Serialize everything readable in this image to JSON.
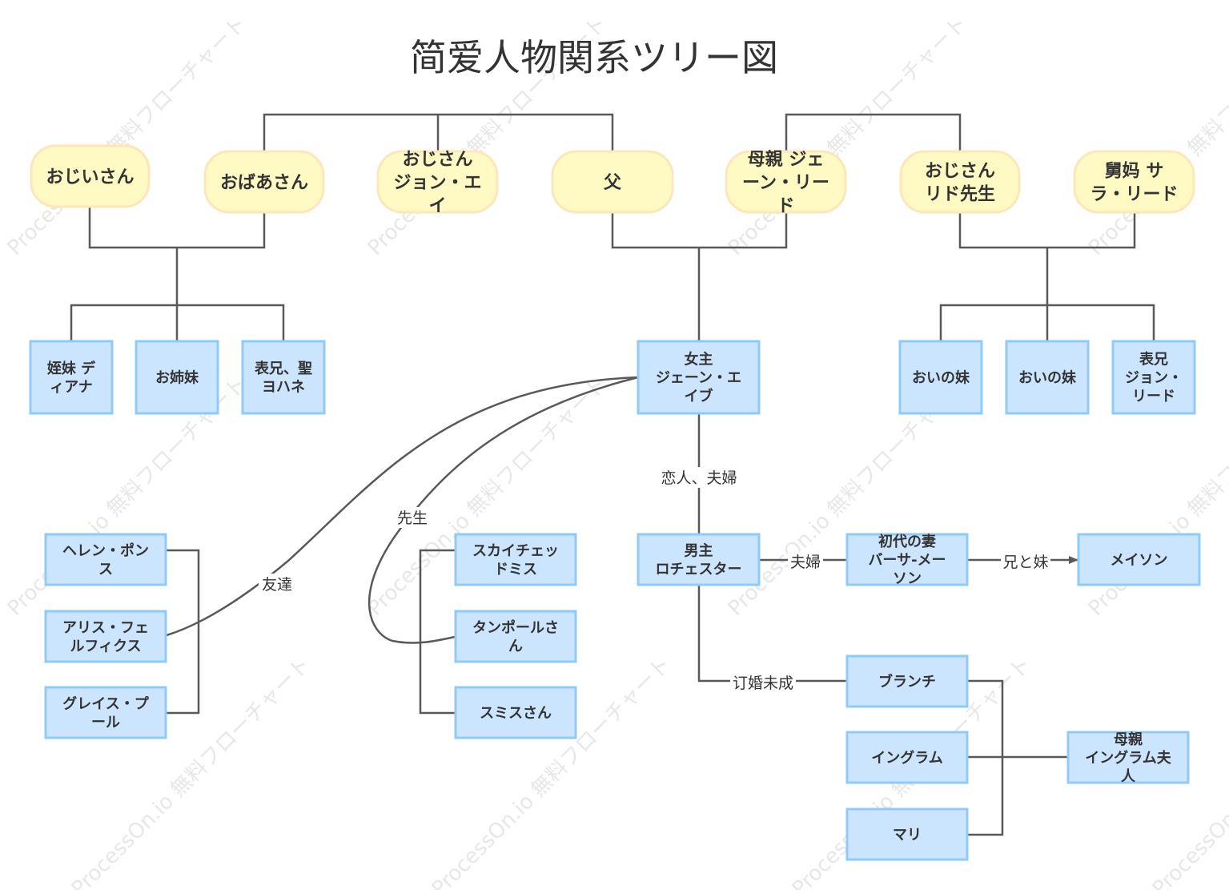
{
  "title": "简爱人物関系ツリー図",
  "watermark": "ProcessOn.io 無料フローチャート",
  "colors": {
    "elder_fill": "#fff9c4",
    "elder_stroke": "#fde7ba",
    "person_fill": "#cce5ff",
    "person_stroke": "#90caf9",
    "line": "#595959",
    "text": "#333333"
  },
  "elders": [
    {
      "id": "grandpa",
      "lines": [
        "おじいさん"
      ]
    },
    {
      "id": "grandma",
      "lines": [
        "おばあさん"
      ]
    },
    {
      "id": "uncle-john-eyre",
      "lines": [
        "おじさん",
        "ジョン・エ",
        "イ"
      ]
    },
    {
      "id": "father",
      "lines": [
        "父"
      ]
    },
    {
      "id": "mother-jane-reed",
      "lines": [
        "母親 ジェ",
        "ーン・リー",
        "ド"
      ]
    },
    {
      "id": "uncle-reed",
      "lines": [
        "おじさん",
        "リド先生"
      ]
    },
    {
      "id": "aunt-sarah-reed",
      "lines": [
        "舅妈 サ",
        "ラ・リード"
      ]
    }
  ],
  "people": [
    {
      "id": "cousin-diana",
      "lines": [
        "姪妹 デ",
        "ィアナ"
      ]
    },
    {
      "id": "elder-sister",
      "lines": [
        "お姉妹"
      ]
    },
    {
      "id": "cousin-st-john",
      "lines": [
        "表兄、聖",
        "ヨハネ"
      ]
    },
    {
      "id": "heroine-jane-eyre",
      "lines": [
        "女主",
        "ジェーン・エ",
        "イブ"
      ]
    },
    {
      "id": "niece-1",
      "lines": [
        "おいの妹"
      ]
    },
    {
      "id": "niece-2",
      "lines": [
        "おいの妹"
      ]
    },
    {
      "id": "cousin-john-reed",
      "lines": [
        "表兄",
        "ジョン・",
        "リード"
      ]
    },
    {
      "id": "helen-burns",
      "lines": [
        "ヘレン・ポン",
        "ス"
      ]
    },
    {
      "id": "alice-fairfax",
      "lines": [
        "アリス・フェ",
        "ルフィクス"
      ]
    },
    {
      "id": "grace-poole",
      "lines": [
        "グレイス・プ",
        "ール"
      ]
    },
    {
      "id": "scatcherd",
      "lines": [
        "スカイチェッ",
        "ドミス"
      ]
    },
    {
      "id": "temple",
      "lines": [
        "タンポールさ",
        "ん"
      ]
    },
    {
      "id": "miss-smith",
      "lines": [
        "スミスさん"
      ]
    },
    {
      "id": "hero-rochester",
      "lines": [
        "男主",
        "ロチェスター"
      ]
    },
    {
      "id": "first-wife-bertha",
      "lines": [
        "初代の妻",
        "バーサ-メー",
        "ソン"
      ]
    },
    {
      "id": "mason",
      "lines": [
        "メイソン"
      ]
    },
    {
      "id": "blanche",
      "lines": [
        "ブランチ"
      ]
    },
    {
      "id": "ingram",
      "lines": [
        "イングラム"
      ]
    },
    {
      "id": "mary",
      "lines": [
        "マリ"
      ]
    },
    {
      "id": "mother-lady-ingram",
      "lines": [
        "母親",
        "イングラム夫",
        "人"
      ]
    }
  ],
  "edge_labels": {
    "lovers": "恋人、夫婦",
    "teacher": "先生",
    "friend": "友達",
    "couple": "夫婦",
    "siblings": "兄と妹",
    "engagement": "订婚未成"
  }
}
